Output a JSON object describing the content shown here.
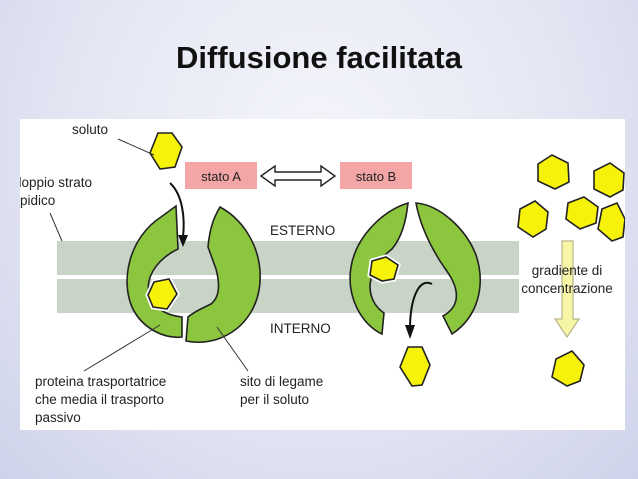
{
  "slide": {
    "title": "Diffusione facilitata"
  },
  "diagram": {
    "labels": {
      "solute": "soluto",
      "lipid_bilayer_line1": "doppio strato",
      "lipid_bilayer_line2": "lipidico",
      "state_a": "stato A",
      "state_b": "stato B",
      "outside": "ESTERNO",
      "inside": "INTERNO",
      "gradient_line1": "gradiente di",
      "gradient_line2": "concentrazione",
      "transporter_line1": "proteina trasportatrice",
      "transporter_line2": "che media il trasporto",
      "transporter_line3": "passivo",
      "binding_site_line1": "sito di legame",
      "binding_site_line2": "per il soluto"
    },
    "colors": {
      "membrane": "#c8d4c6",
      "protein": "#8cc63f",
      "solute": "#f6f20a",
      "state_box": "#f4a6a6",
      "gradient_arrow": "#f7f5a6"
    }
  }
}
